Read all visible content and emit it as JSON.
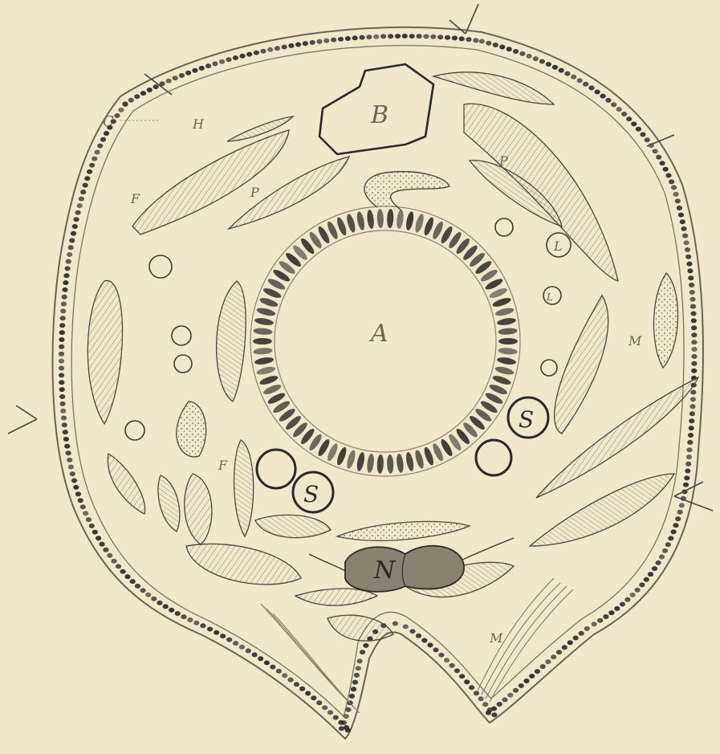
{
  "labels": {
    "A": "A",
    "B": "B",
    "C": "C",
    "H": "H",
    "F1": "F",
    "F2": "F",
    "P1": "P",
    "P2": "P",
    "L1": "L",
    "L2": "L",
    "M1": "M",
    "M2": "M",
    "N": "N",
    "S1": "S",
    "S2": "S"
  },
  "colors": {
    "paper": "#f1e7cb",
    "ink": "#3e3a33",
    "cell": "#2f2c28",
    "nucleus": "#8a8170",
    "faint": "#8f8674"
  }
}
